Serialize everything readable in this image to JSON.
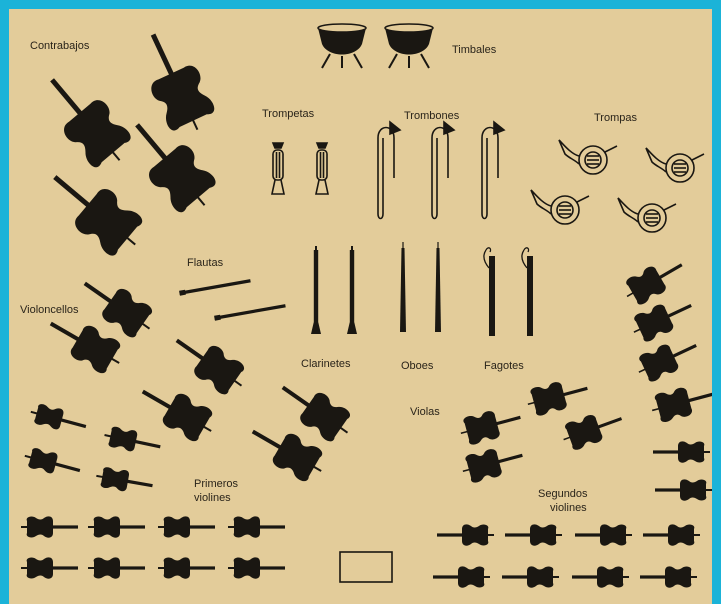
{
  "colors": {
    "background_frame": "#1bb3d8",
    "paper": "#e3cc9a",
    "ink": "#1a1712"
  },
  "labels": {
    "contrabajos": "Contrabajos",
    "timbales": "Timbales",
    "trompetas": "Trompetas",
    "trombones": "Trombones",
    "trompas": "Trompas",
    "flautas": "Flautas",
    "violoncellos": "Violoncellos",
    "clarinetes": "Clarinetes",
    "oboes": "Oboes",
    "fagotes": "Fagotes",
    "violas": "Violas",
    "primeros": "Primeros",
    "violines1": "violines",
    "segundos": "Segundos",
    "violines2": "violines"
  }
}
